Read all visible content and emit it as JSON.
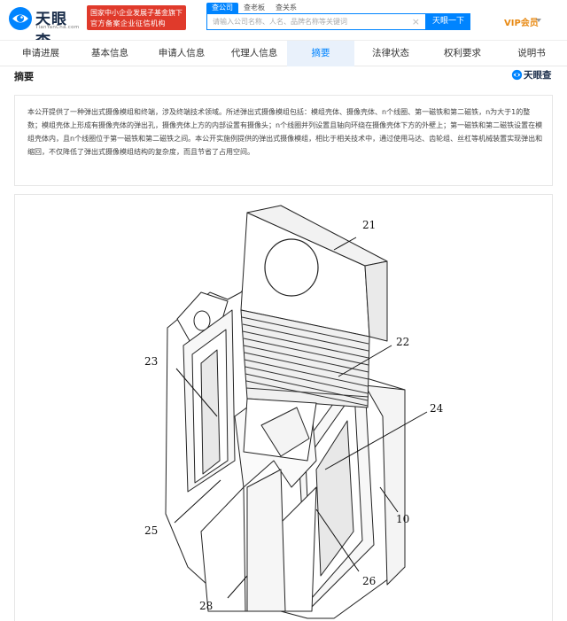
{
  "header": {
    "logo_text": "天眼查",
    "logo_sub": "TianYanCha.com",
    "badge_line1": "国家中小企业发展子基金旗下",
    "badge_line2": "官方备案企业征信机构",
    "search_tabs": [
      {
        "label": "查公司",
        "active": true
      },
      {
        "label": "查老板",
        "active": false
      },
      {
        "label": "查关系",
        "active": false
      }
    ],
    "search_placeholder": "请输入公司名称、人名、品牌名称等关键词",
    "search_button": "天眼一下",
    "vip_label": "VIP会员"
  },
  "nav": {
    "items": [
      {
        "label": "申请进展",
        "active": false
      },
      {
        "label": "基本信息",
        "active": false
      },
      {
        "label": "申请人信息",
        "active": false
      },
      {
        "label": "代理人信息",
        "active": false
      },
      {
        "label": "摘要",
        "active": true
      },
      {
        "label": "法律状态",
        "active": false
      },
      {
        "label": "权利要求",
        "active": false
      },
      {
        "label": "说明书",
        "active": false
      }
    ]
  },
  "abstract": {
    "title": "摘要",
    "brand": "天眼查",
    "text": "本公开提供了一种弹出式摄像模组和终端，涉及终端技术领域。所述弹出式摄像模组包括：模组壳体、摄像壳体、n个线圈、第一磁铁和第二磁铁，n为大于1的整数；模组壳体上形成有摄像壳体的弹出孔，摄像壳体上方的内部设置有摄像头；n个线圈并列设置且轴向环绕在摄像壳体下方的外壁上；第一磁铁和第二磁铁设置在模组壳体内，且n个线圈位于第一磁铁和第二磁铁之间。本公开实施例提供的弹出式摄像模组，相比于相关技术中，通过使用马达、齿轮组、丝杠等机械装置实现弹出和缩回，不仅降低了弹出式摄像模组结构的复杂度，而且节省了占用空间。"
  },
  "figure": {
    "labels": {
      "l21": "21",
      "l22": "22",
      "l23": "23",
      "l24": "24",
      "l10": "10",
      "l25": "25",
      "l26": "26",
      "l28": "28"
    }
  },
  "colors": {
    "accent": "#0084ff",
    "badge_red": "#e03a2b",
    "vip_orange": "#e88a14",
    "nav_active_bg": "#e9f1fb"
  }
}
